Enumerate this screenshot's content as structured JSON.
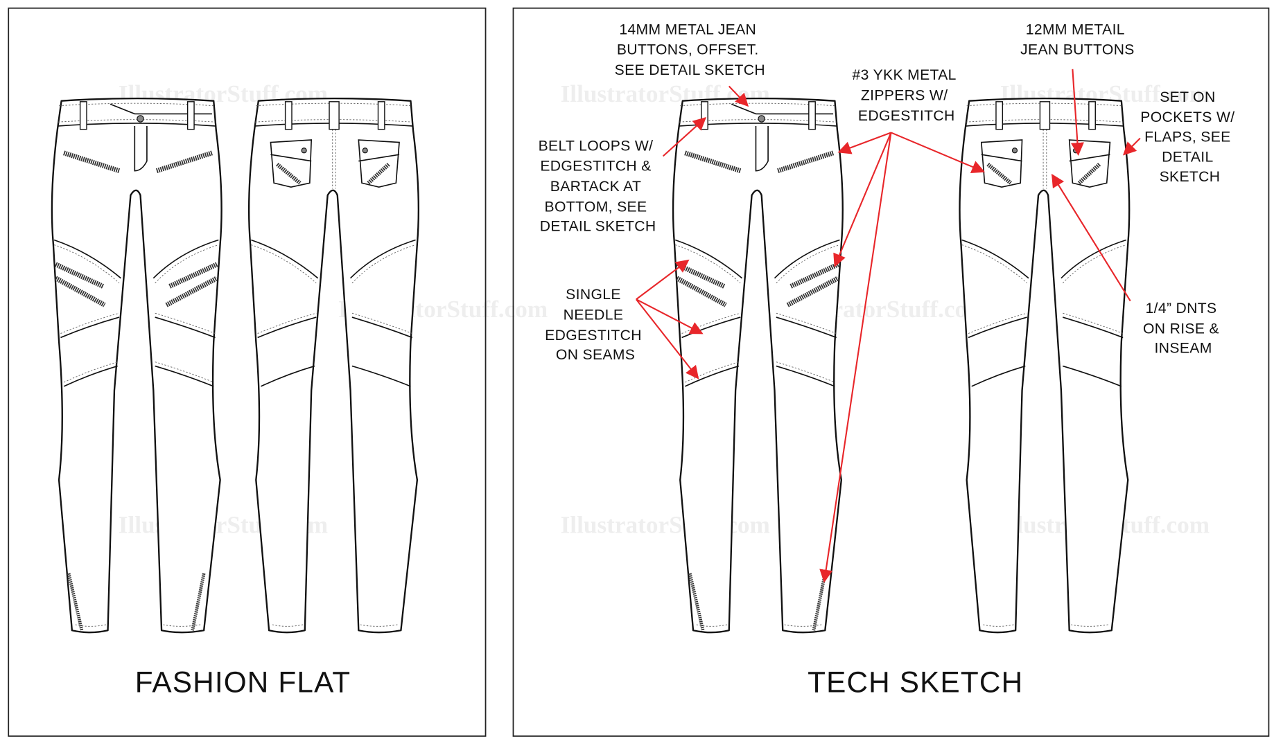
{
  "watermark": "IllustratorStuff.com",
  "panels": {
    "fashion_flat": {
      "title": "FASHION FLAT"
    },
    "tech_sketch": {
      "title": "TECH SKETCH"
    }
  },
  "annotations": {
    "buttons_14mm": [
      "14MM METAL JEAN",
      "BUTTONS, OFFSET.",
      "SEE DETAIL SKETCH"
    ],
    "ykk_zippers": [
      "#3 YKK METAL",
      "ZIPPERS W/",
      "EDGESTITCH"
    ],
    "buttons_12mm": [
      "12MM METAIL",
      "JEAN BUTTONS"
    ],
    "set_on_pockets": [
      "SET ON",
      "POCKETS W/",
      "FLAPS, SEE",
      "DETAIL",
      "SKETCH"
    ],
    "belt_loops": [
      "BELT LOOPS W/",
      "EDGESTITCH &",
      "BARTACK AT",
      "BOTTOM, SEE",
      "DETAIL SKETCH"
    ],
    "single_needle": [
      "SINGLE",
      "NEEDLE",
      "EDGESTITCH",
      "ON SEAMS"
    ],
    "dnts": [
      "1/4” DNTS",
      "ON RISE &",
      "INSEAM"
    ]
  },
  "colors": {
    "arrow": "#e8262a",
    "line": "#111111"
  }
}
